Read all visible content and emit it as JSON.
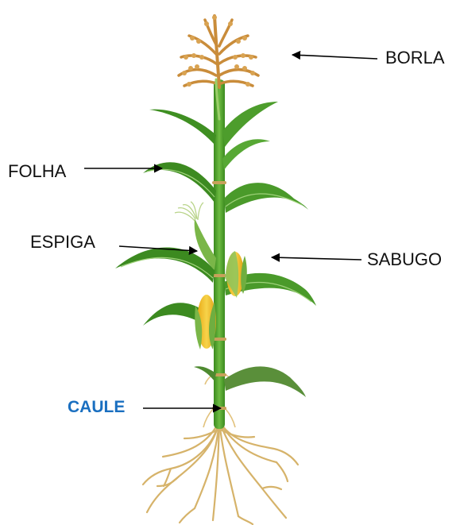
{
  "labels": {
    "borla": "BORLA",
    "folha": "FOLHA",
    "espiga": "ESPIGA",
    "sabugo": "SABUGO",
    "caule": "CAULE"
  },
  "colors": {
    "caule_label": "#1a6fc0",
    "text": "#111111",
    "stem": "#4e9a2a",
    "leaf": "#3f8f22",
    "leaf_light": "#6cb84a",
    "tassel": "#c98c3a",
    "kernel": "#f2c12e",
    "husk": "#7ab648",
    "roots": "#d9b56a",
    "arrow": "#000000"
  },
  "icons": {
    "plant": "corn-plant-illustration"
  }
}
